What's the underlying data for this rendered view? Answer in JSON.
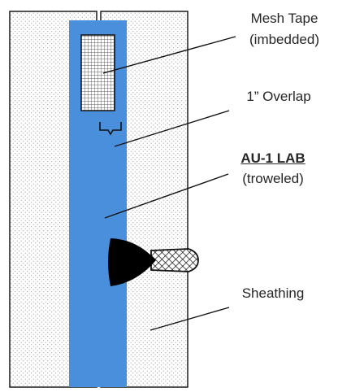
{
  "labels": {
    "mesh_tape_line1": "Mesh Tape",
    "mesh_tape_line2": "(imbedded)",
    "overlap": "1” Overlap",
    "product_name": "AU-1 LAB",
    "product_note": "(troweled)",
    "sheathing": "Sheathing"
  },
  "colors": {
    "sheathing_fill": "#ffffff",
    "sheathing_dots": "#9a9a9a",
    "outline": "#1a1a1a",
    "coating_stripe": "#4a8fdc",
    "trowel_blade": "#000000",
    "text": "#262626"
  },
  "icons": {
    "trowel": "trowel-icon",
    "mesh": "mesh-tape-grid"
  }
}
